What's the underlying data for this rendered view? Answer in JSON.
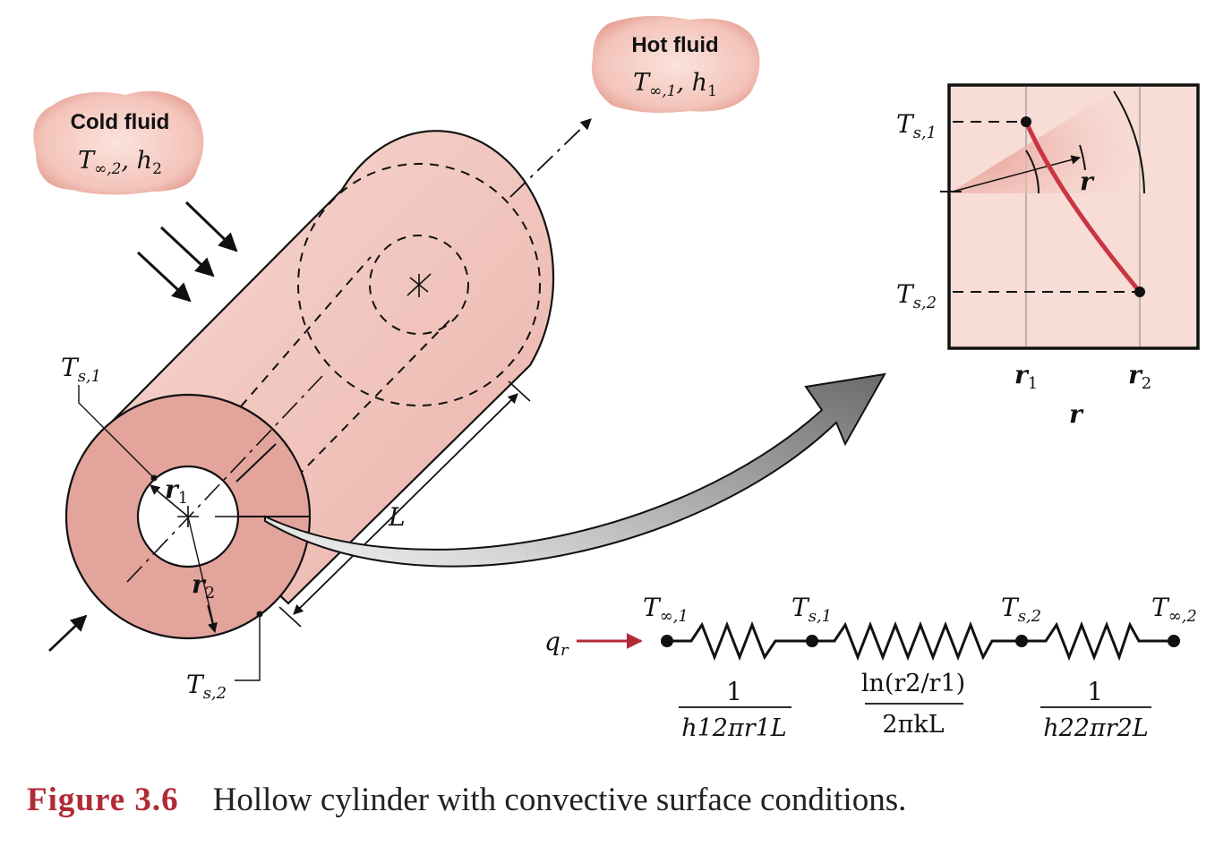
{
  "bubbles": {
    "cold": {
      "title": "Cold fluid",
      "sym": "T",
      "sub": "∞,2",
      "sep": ", ",
      "h": "h",
      "hsub": "2"
    },
    "hot": {
      "title": "Hot fluid",
      "sym": "T",
      "sub": "∞,1",
      "sep": ", ",
      "h": "h",
      "hsub": "1"
    }
  },
  "cylinder": {
    "ts1": {
      "sym": "T",
      "sub": "s,1"
    },
    "ts2": {
      "sym": "T",
      "sub": "s,2"
    },
    "r1": {
      "sym": "r",
      "sub": "1"
    },
    "r2": {
      "sym": "r",
      "sub": "2"
    },
    "length": "L"
  },
  "graph": {
    "ts1": {
      "sym": "T",
      "sub": "s,1"
    },
    "ts2": {
      "sym": "T",
      "sub": "s,2"
    },
    "x_tick1": {
      "sym": "r",
      "sub": "1"
    },
    "x_tick2": {
      "sym": "r",
      "sub": "2"
    },
    "x_label": "r",
    "inset_label": "r"
  },
  "circuit": {
    "heat_rate": {
      "sym": "q",
      "sub": "r"
    },
    "nodes": [
      {
        "sym": "T",
        "sub": "∞,1"
      },
      {
        "sym": "T",
        "sub": "s,1"
      },
      {
        "sym": "T",
        "sub": "s,2"
      },
      {
        "sym": "T",
        "sub": "∞,2"
      }
    ],
    "r1_num": "1",
    "r1_den": "h12πr1L",
    "r2_num": "ln(r2/r1)",
    "r2_den": "2πkL",
    "r3_num": "1",
    "r3_den": "h22πr2L"
  },
  "caption": {
    "figure": "Figure 3.6",
    "text": "Hollow cylinder with convective surface conditions."
  },
  "colors": {
    "accent": "#b12a36",
    "cylinder_end": "#e3a49c",
    "cylinder_body": "#f3cfc8",
    "plot_bg": "#f8dcd6"
  }
}
